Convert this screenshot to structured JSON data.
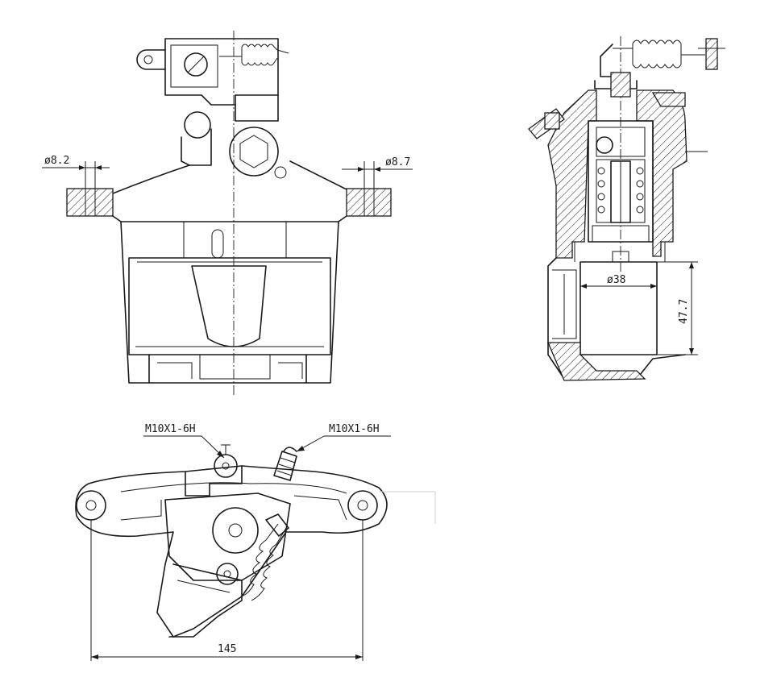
{
  "dimensions": {
    "bore_left": "ø8.2",
    "bore_right": "ø8.7",
    "piston_diameter": "ø38",
    "piston_height": "47.7",
    "thread_left": "M10X1-6H",
    "thread_right": "M10X1-6H",
    "mount_spacing": "145"
  },
  "colors": {
    "line": "#1a1a1a",
    "background": "#ffffff"
  }
}
